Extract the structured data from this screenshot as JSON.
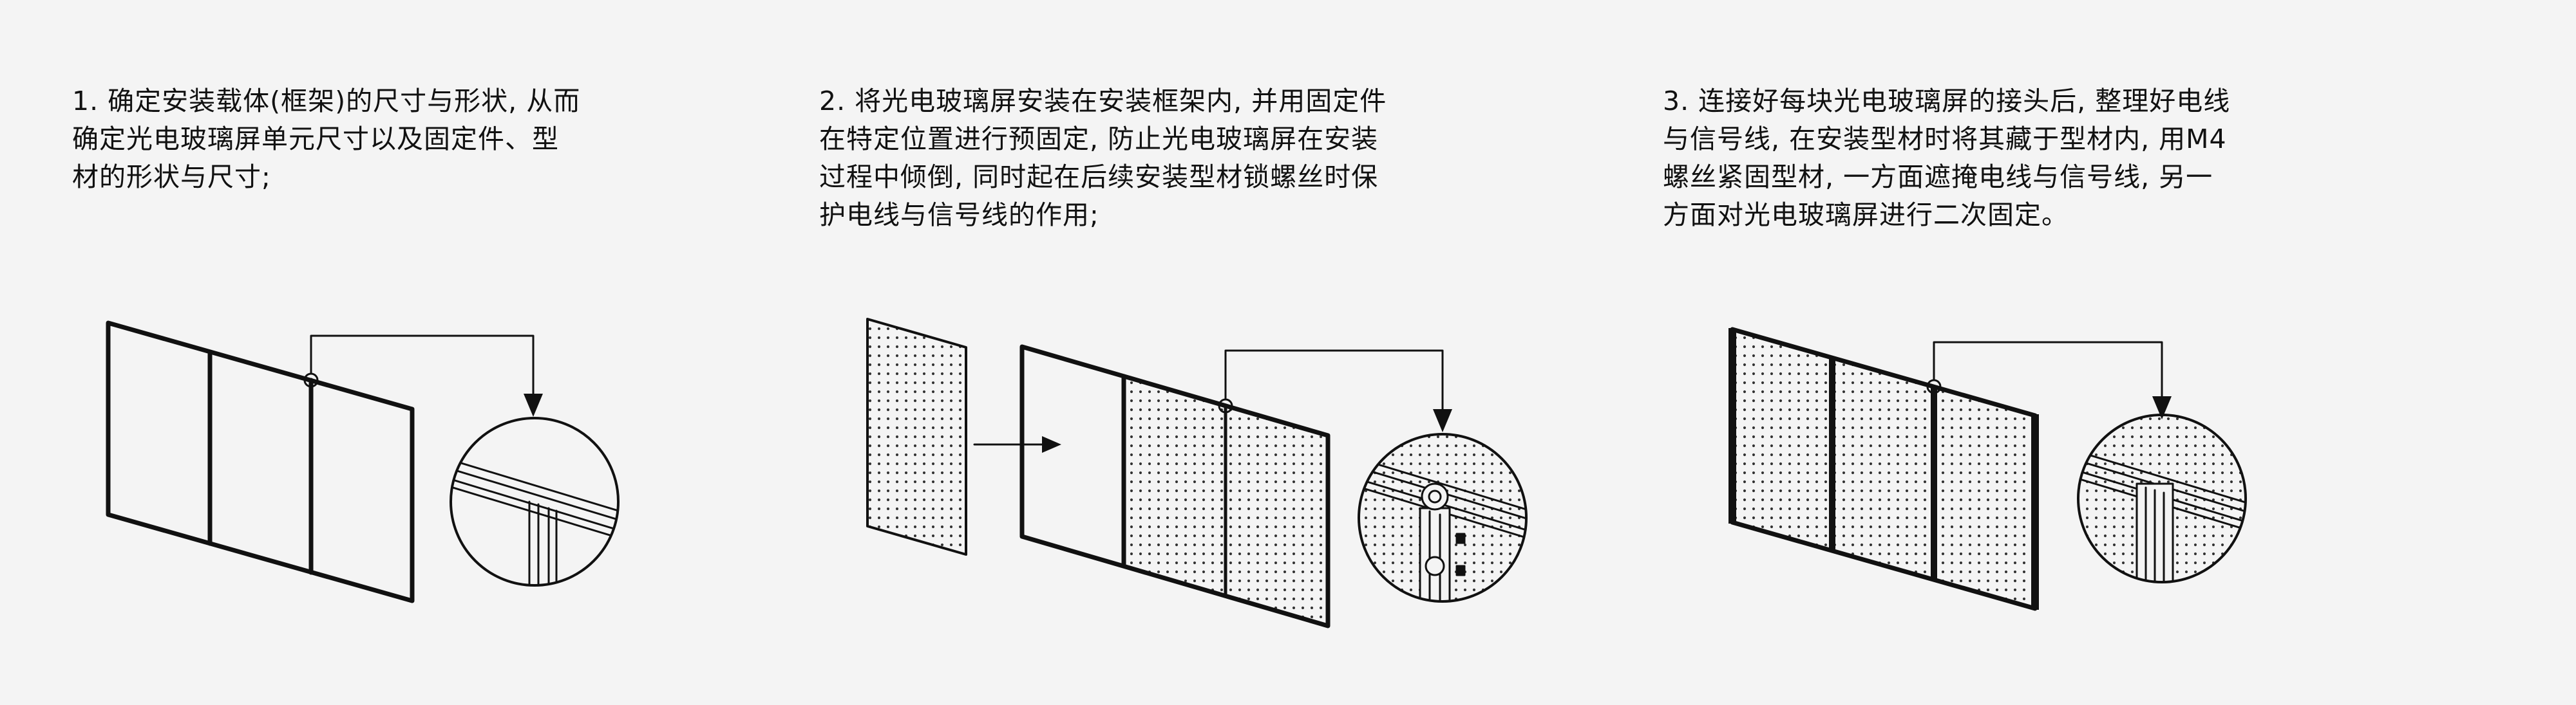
{
  "steps": [
    {
      "lines": [
        "1. 确定安装载体(框架)的尺寸与形状, 从而",
        "确定光电玻璃屏单元尺寸以及固定件、型",
        "材的形状与尺寸;"
      ]
    },
    {
      "lines": [
        "2. 将光电玻璃屏安装在安装框架内, 并用固定件",
        "在特定位置进行预固定, 防止光电玻璃屏在安装",
        "过程中倾倒, 同时起在后续安装型材锁螺丝时保",
        "护电线与信号线的作用;"
      ]
    },
    {
      "lines": [
        "3.  连接好每块光电玻璃屏的接头后, 整理好电线",
        "与信号线, 在安装型材时将其藏于型材内, 用M4",
        "螺丝紧固型材, 一方面遮掩电线与信号线, 另一",
        "方面对光电玻璃屏进行二次固定。"
      ]
    }
  ],
  "colors": {
    "line": "#111111",
    "background": "#f4f4f4"
  }
}
